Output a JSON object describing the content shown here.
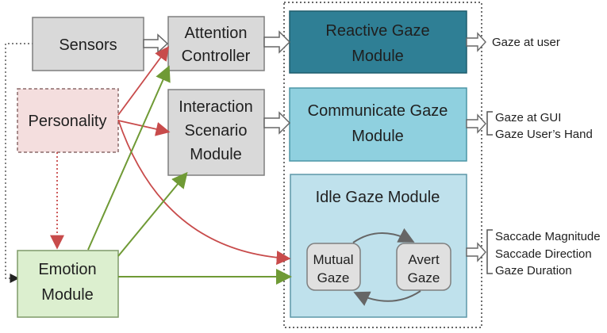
{
  "nodes": {
    "sensors": {
      "label": "Sensors"
    },
    "attention_controller": {
      "line1": "Attention",
      "line2": "Controller"
    },
    "personality": {
      "label": "Personality"
    },
    "interaction_scenario": {
      "line1": "Interaction",
      "line2": "Scenario",
      "line3": "Module"
    },
    "emotion_module": {
      "line1": "Emotion",
      "line2": "Module"
    },
    "reactive_gaze": {
      "line1": "Reactive Gaze",
      "line2": "Module"
    },
    "communicate_gaze": {
      "line1": "Communicate Gaze",
      "line2": "Module"
    },
    "idle_gaze": {
      "title": "Idle Gaze Module"
    },
    "mutual_gaze": {
      "line1": "Mutual",
      "line2": "Gaze"
    },
    "avert_gaze": {
      "line1": "Avert",
      "line2": "Gaze"
    }
  },
  "outputs": {
    "reactive": [
      "Gaze at user"
    ],
    "communicate": [
      "Gaze at GUI",
      "Gaze User’s Hand"
    ],
    "idle": [
      "Saccade Magnitude",
      "Saccade Direction",
      "Gaze Duration"
    ]
  },
  "colors": {
    "gray_box": "#d9d9d9",
    "pink_box": "#f4dede",
    "green_box": "#dcefcf",
    "reactive_box": "#2f7f95",
    "communicate_box": "#8fd0df",
    "idle_box": "#bfe1ec",
    "red_arrow": "#c84b4b",
    "green_arrow": "#6f9a35"
  }
}
